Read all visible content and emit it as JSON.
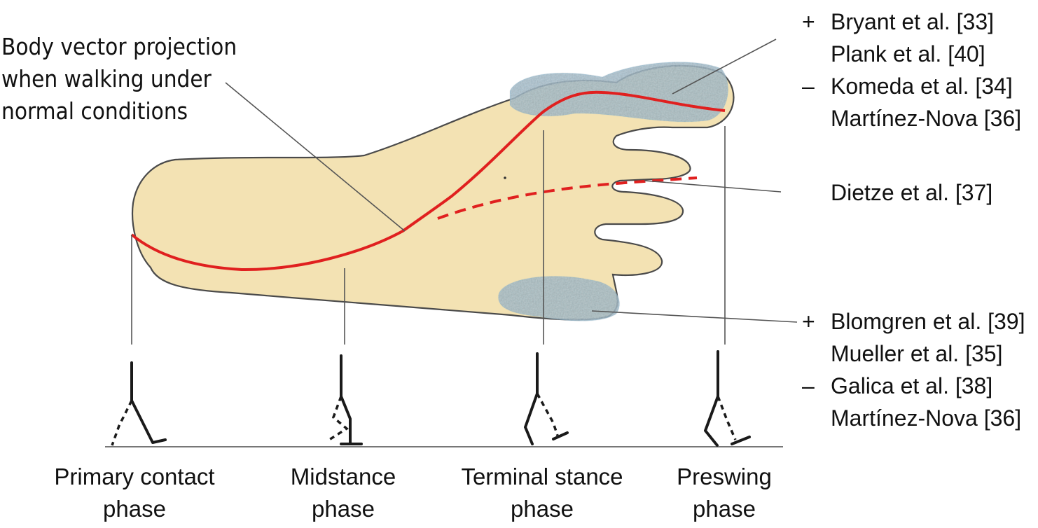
{
  "annotation": {
    "lines": [
      "Body vector projection",
      "when walking under",
      "normal conditions"
    ]
  },
  "references": {
    "toe_region": [
      {
        "sign": "+",
        "text": "Bryant et al. [33]"
      },
      {
        "sign": "",
        "text": "Plank et al. [40]"
      },
      {
        "sign": "–",
        "text": "Komeda et al. [34]"
      },
      {
        "sign": "",
        "text": "Martínez-Nova [36]"
      }
    ],
    "midline": [
      {
        "sign": "",
        "text": "Dietze et al. [37]"
      }
    ],
    "heel_region": [
      {
        "sign": "+",
        "text": "Blomgren et al. [39]"
      },
      {
        "sign": "",
        "text": "Mueller et al. [35]"
      },
      {
        "sign": "–",
        "text": "Galica et al. [38]"
      },
      {
        "sign": "",
        "text": "Martínez-Nova [36]"
      }
    ]
  },
  "phases": [
    {
      "line1": "Primary contact",
      "line2": "phase"
    },
    {
      "line1": "Midstance",
      "line2": "phase"
    },
    {
      "line1": "Terminal stance",
      "line2": "phase"
    },
    {
      "line1": "Preswing",
      "line2": "phase"
    }
  ],
  "colors": {
    "foot_fill": "#f3e2b3",
    "foot_outline": "#4a4a4a",
    "pressure_region": "#3aa3dc",
    "vector_line": "#e0201f"
  }
}
